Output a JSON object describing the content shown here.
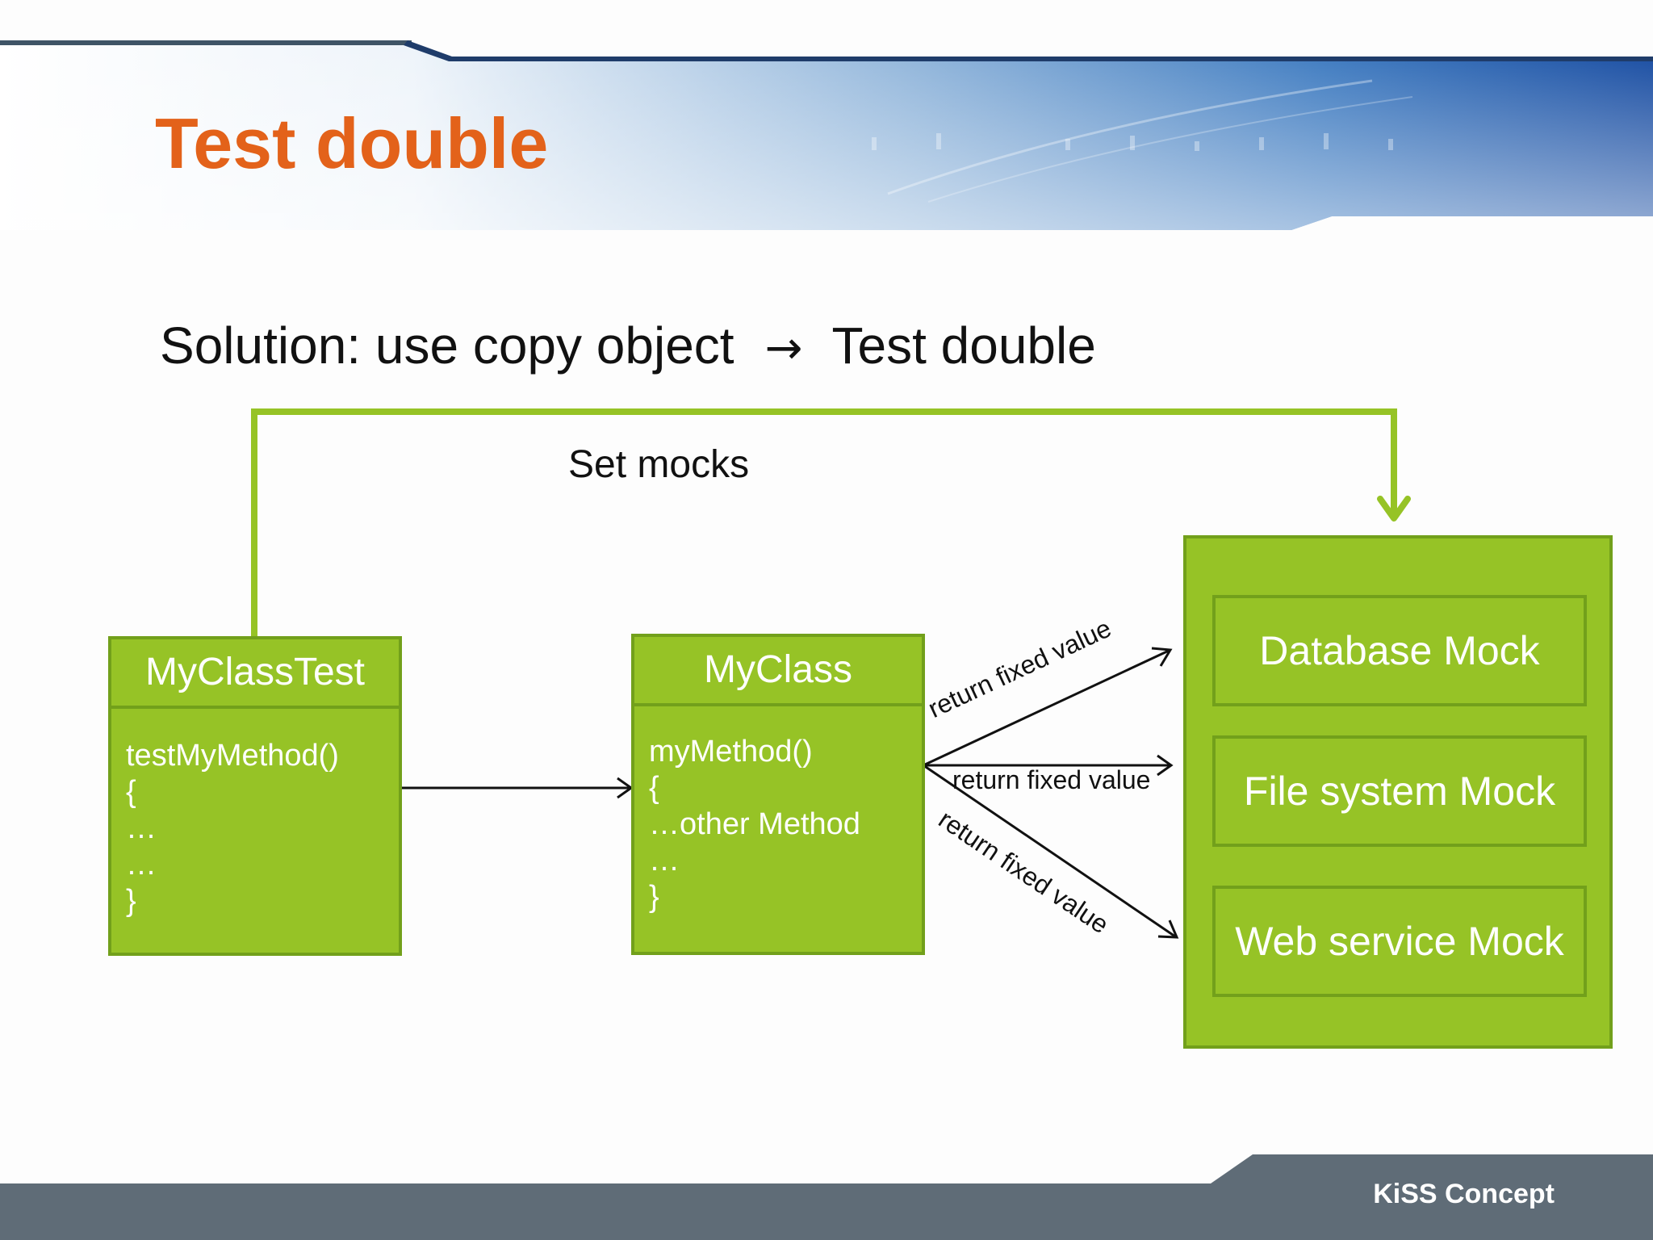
{
  "slide": {
    "title": "Test double",
    "subtitle_left": "Solution: use copy object",
    "subtitle_arrow": "→",
    "subtitle_right": "Test double",
    "footer_brand": "KiSS Concept"
  },
  "diagram": {
    "set_mocks_label": "Set mocks",
    "test_class": {
      "name": "MyClassTest",
      "body": [
        "testMyMethod()",
        "{",
        "…",
        "…",
        "}"
      ]
    },
    "main_class": {
      "name": "MyClass",
      "body": [
        "myMethod()",
        "{",
        "…other Method",
        "…",
        "}"
      ]
    },
    "mocks": [
      "Database Mock",
      "File system Mock",
      "Web service Mock"
    ],
    "edge_label": "return fixed value"
  },
  "colors": {
    "title": "#e3621a",
    "box_fill": "#96c326",
    "box_border": "#72a01b",
    "header_blue": "#1d5aa8",
    "footer_gray": "#5f6c77"
  }
}
